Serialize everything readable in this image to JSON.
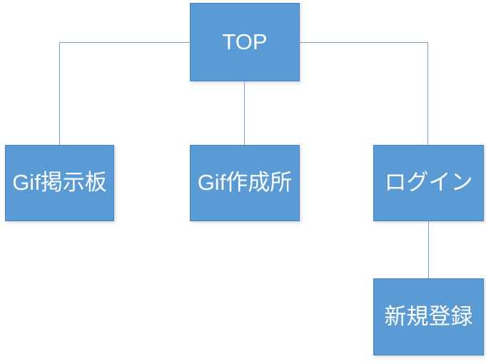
{
  "diagram": {
    "type": "sitemap-flowchart",
    "colors": {
      "node_fill": "#5b9bd5",
      "node_border": "#4d82c0",
      "node_text": "#ffffff",
      "connector": "#7d9ec9",
      "background": "#ffffff"
    },
    "nodes": [
      {
        "id": "top",
        "label": "TOP"
      },
      {
        "id": "gif-board",
        "label": "Gif掲示板"
      },
      {
        "id": "gif-maker",
        "label": "Gif作成所"
      },
      {
        "id": "login",
        "label": "ログイン"
      },
      {
        "id": "register",
        "label": "新規登録"
      }
    ],
    "edges": [
      {
        "from": "top",
        "to": "gif-board"
      },
      {
        "from": "top",
        "to": "gif-maker"
      },
      {
        "from": "top",
        "to": "login"
      },
      {
        "from": "login",
        "to": "register"
      }
    ]
  }
}
